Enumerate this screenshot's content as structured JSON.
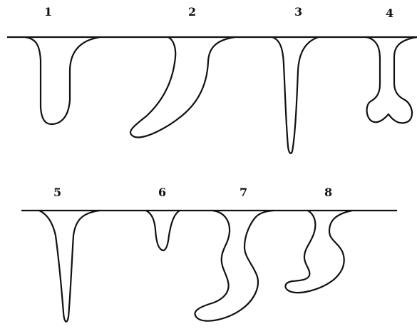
{
  "figure": {
    "rows": [
      {
        "labels": [
          "1",
          "2",
          "3",
          "4"
        ]
      },
      {
        "labels": [
          "5",
          "6",
          "7",
          "8"
        ]
      }
    ]
  }
}
